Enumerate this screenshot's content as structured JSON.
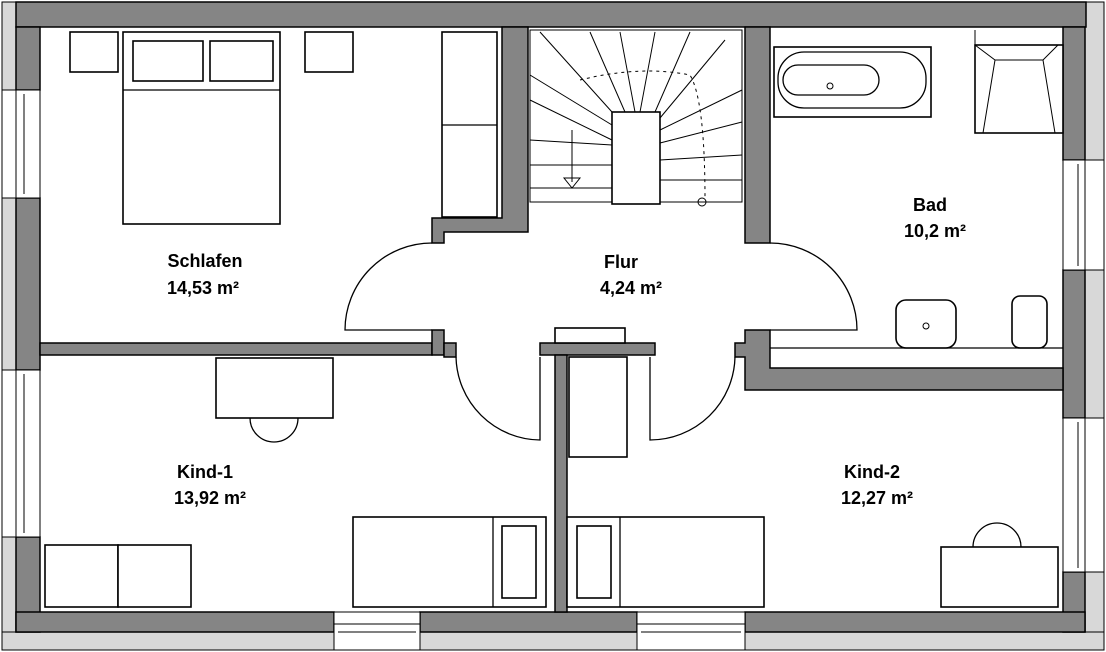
{
  "rooms": [
    {
      "name": "Schlafen",
      "area": "14,53 m²"
    },
    {
      "name": "Flur",
      "area": "4,24 m²"
    },
    {
      "name": "Bad",
      "area": "10,2 m²"
    },
    {
      "name": "Kind-1",
      "area": "13,92 m²"
    },
    {
      "name": "Kind-2",
      "area": "12,27 m²"
    }
  ],
  "colors": {
    "wall": "#858585",
    "insulation": "#d8d8d8",
    "background": "#ffffff"
  }
}
